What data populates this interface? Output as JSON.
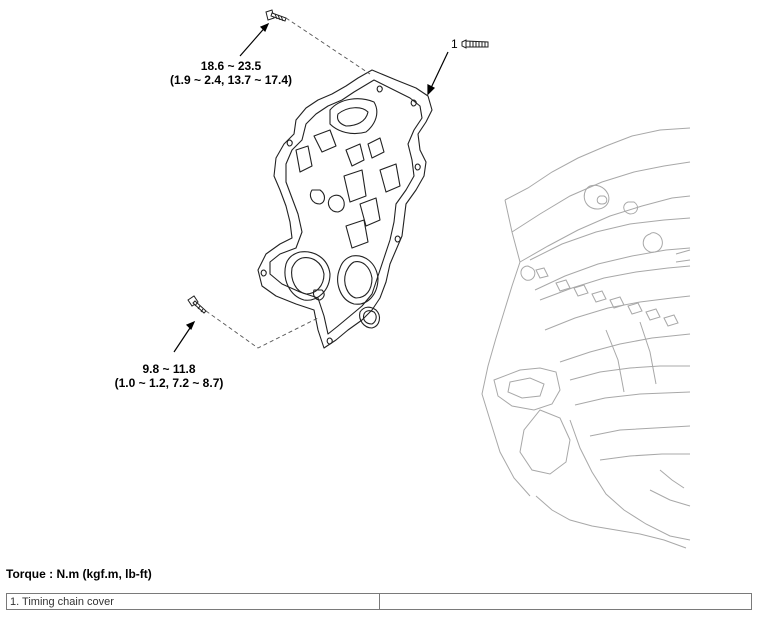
{
  "callouts": {
    "part_number": "1"
  },
  "torque_specs": {
    "upper": {
      "line1": "18.6 ~ 23.5",
      "line2": "(1.9 ~ 2.4, 13.7 ~ 17.4)"
    },
    "lower": {
      "line1": "9.8 ~ 11.8",
      "line2": "(1.0 ~ 1.2, 7.2 ~ 8.7)"
    }
  },
  "torque_units_heading": "Torque : N.m (kgf.m, lb-ft)",
  "legend": {
    "items": [
      {
        "text": "1. Timing chain cover",
        "text2": ""
      }
    ]
  }
}
